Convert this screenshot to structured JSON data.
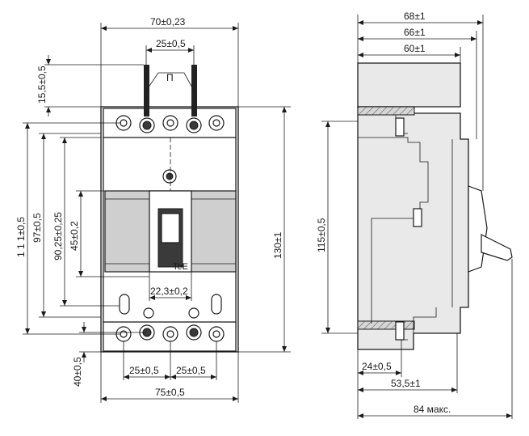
{
  "front_view": {
    "width_top": "70±0,23",
    "pin_spacing": "25±0,5",
    "pin_label": "П",
    "pin_height": "15,5±0,5",
    "height_111": "1 1 1±0,5",
    "height_97": "97±0,5",
    "height_90": "90,25±0,25",
    "height_45": "45±0,2",
    "height_130": "130±1",
    "handle_width": "22,3±0,2",
    "bottom_height": "40±0,5",
    "bottom_spacing_left": "25±0,5",
    "bottom_spacing_right": "25±0,5",
    "width_bottom": "75±0,5",
    "badge_text": "TeE"
  },
  "side_view": {
    "depth_68": "68±1",
    "depth_66": "66±1",
    "depth_60": "60±1",
    "height_115": "115±0,5",
    "depth_24": "24±0,5",
    "depth_53": "53,5±1",
    "depth_max": "84 макс."
  }
}
